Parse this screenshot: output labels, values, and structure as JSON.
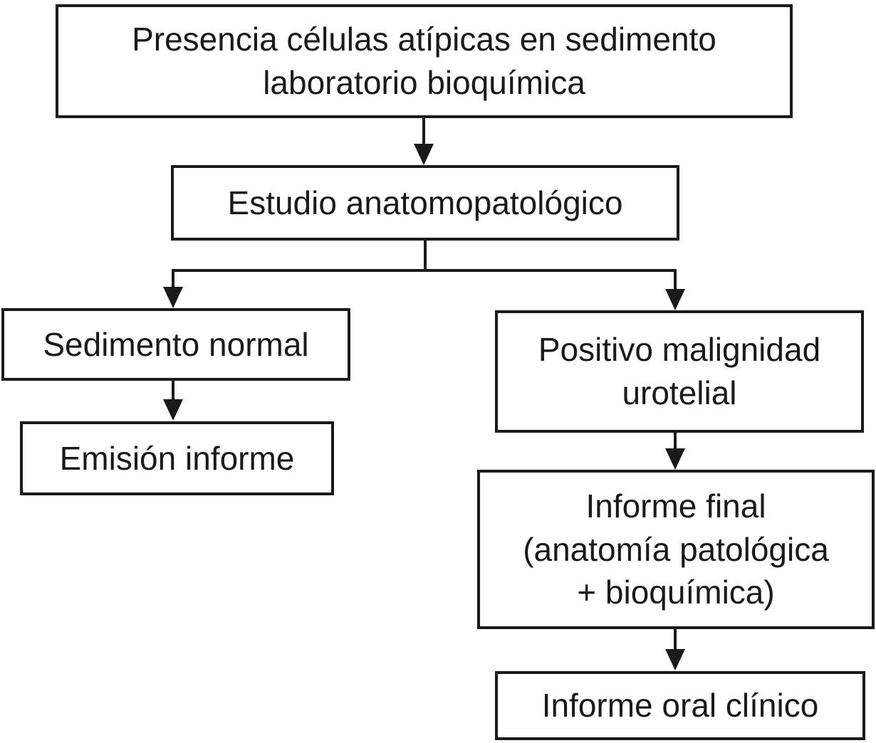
{
  "diagram": {
    "type": "flowchart",
    "language": "es",
    "colors": {
      "background": "#ffffff",
      "box_fill": "#ffffff",
      "box_border": "#1a1a1a",
      "line": "#1a1a1a",
      "text": "#1a1a1a"
    },
    "nodes": {
      "presencia": {
        "text": "Presencia células atípicas en sedimento\nlaboratorio bioquímica"
      },
      "estudio": {
        "text": "Estudio anatomopatológico"
      },
      "sedimento": {
        "text": "Sedimento normal"
      },
      "emision": {
        "text": "Emisión informe"
      },
      "positivo": {
        "text": "Positivo malignidad\nurotelial"
      },
      "informe_final": {
        "text": "Informe final\n(anatomía patológica\n+ bioquímica)"
      },
      "informe_oral": {
        "text": "Informe oral clínico"
      }
    },
    "edges": [
      {
        "from": "presencia",
        "to": "estudio"
      },
      {
        "from": "estudio",
        "to": "sedimento"
      },
      {
        "from": "estudio",
        "to": "positivo"
      },
      {
        "from": "sedimento",
        "to": "emision"
      },
      {
        "from": "positivo",
        "to": "informe_final"
      },
      {
        "from": "informe_final",
        "to": "informe_oral"
      }
    ]
  }
}
